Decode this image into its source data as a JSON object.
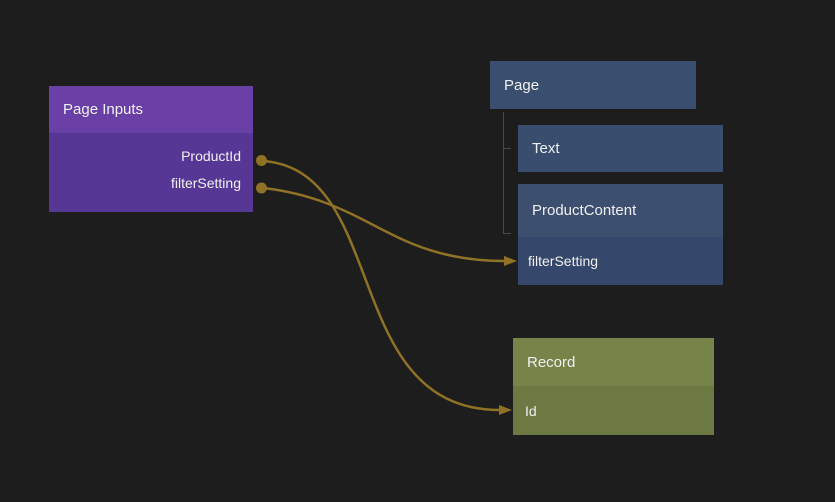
{
  "app": {
    "name": "data-binding-canvas",
    "background": "#1d1d1d"
  },
  "colors": {
    "page_inputs_header": "#6a3fa6",
    "page_inputs_body": "#563795",
    "page_node": "#3a4f70",
    "text_node": "#394e6e",
    "product_content_header": "#3c4f6e",
    "product_content_row": "#35476a",
    "record_header": "#76844a",
    "record_row": "#6c7943",
    "wire": "#8f7226",
    "tree_line": "#4a4a4a",
    "label_text": "#f0f0f0"
  },
  "nodes": {
    "page_inputs": {
      "title": "Page Inputs",
      "outputs": [
        {
          "label": "ProductId"
        },
        {
          "label": "filterSetting"
        }
      ]
    },
    "page": {
      "title": "Page"
    },
    "text": {
      "title": "Text"
    },
    "product_content": {
      "title": "ProductContent",
      "inputs": [
        {
          "label": "filterSetting"
        }
      ]
    },
    "record": {
      "title": "Record",
      "inputs": [
        {
          "label": "Id"
        }
      ]
    }
  },
  "connections": [
    {
      "from": "Page Inputs.ProductId",
      "to": "Record.Id"
    },
    {
      "from": "Page Inputs.filterSetting",
      "to": "ProductContent.filterSetting"
    }
  ]
}
